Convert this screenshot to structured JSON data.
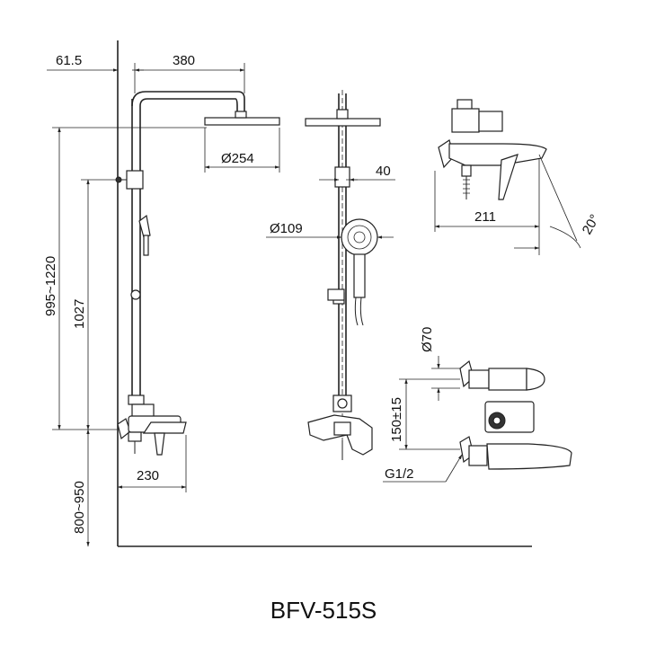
{
  "model": "BFV-515S",
  "dimensions": {
    "wall_offset": "61.5",
    "arm_length": "380",
    "head_diameter": "Ø254",
    "pipe_width": "40",
    "handshower_diameter": "Ø109",
    "angle": "20°",
    "mixer_depth": "211",
    "height_range": "995~1220",
    "riser_height": "1027",
    "mixer_projection": "230",
    "install_height": "800~950",
    "flange_diameter": "Ø70",
    "center_distance": "150±15",
    "thread": "G1/2"
  }
}
